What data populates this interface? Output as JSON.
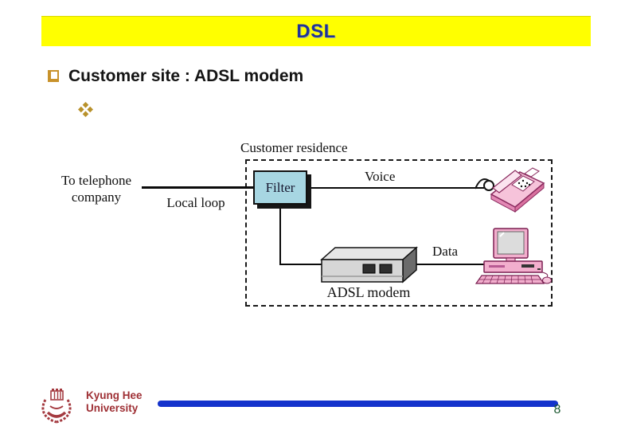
{
  "slide": {
    "title": "DSL",
    "heading": "Customer site : ADSL modem",
    "page_number": "8"
  },
  "diagram": {
    "residence_label": "Customer residence",
    "left_label_line1": "To telephone",
    "left_label_line2": "company",
    "local_loop_label": "Local loop",
    "filter_label": "Filter",
    "voice_label": "Voice",
    "data_label": "Data",
    "modem_label": "ADSL modem"
  },
  "footer": {
    "institution_line1": "Kyung Hee",
    "institution_line2": "University"
  },
  "colors": {
    "title_bar_bg": "#FFFF00",
    "title_text_blue": "#1F3399",
    "bullet_gold": "#C8922B",
    "filter_box_fill": "#A7D6E2",
    "accent_bar_blue": "#1433CC",
    "footer_text_red": "#9E2F34",
    "page_number_green": "#1E5A32",
    "clipart_pink": "#F2AECD"
  },
  "icons": {
    "heading_bullet": "ballot-box-icon",
    "sub_bullet": "four-diamonds-icon",
    "phone": "telephone-icon",
    "computer": "desktop-computer-icon",
    "logo": "kyung-hee-university-emblem-icon"
  }
}
